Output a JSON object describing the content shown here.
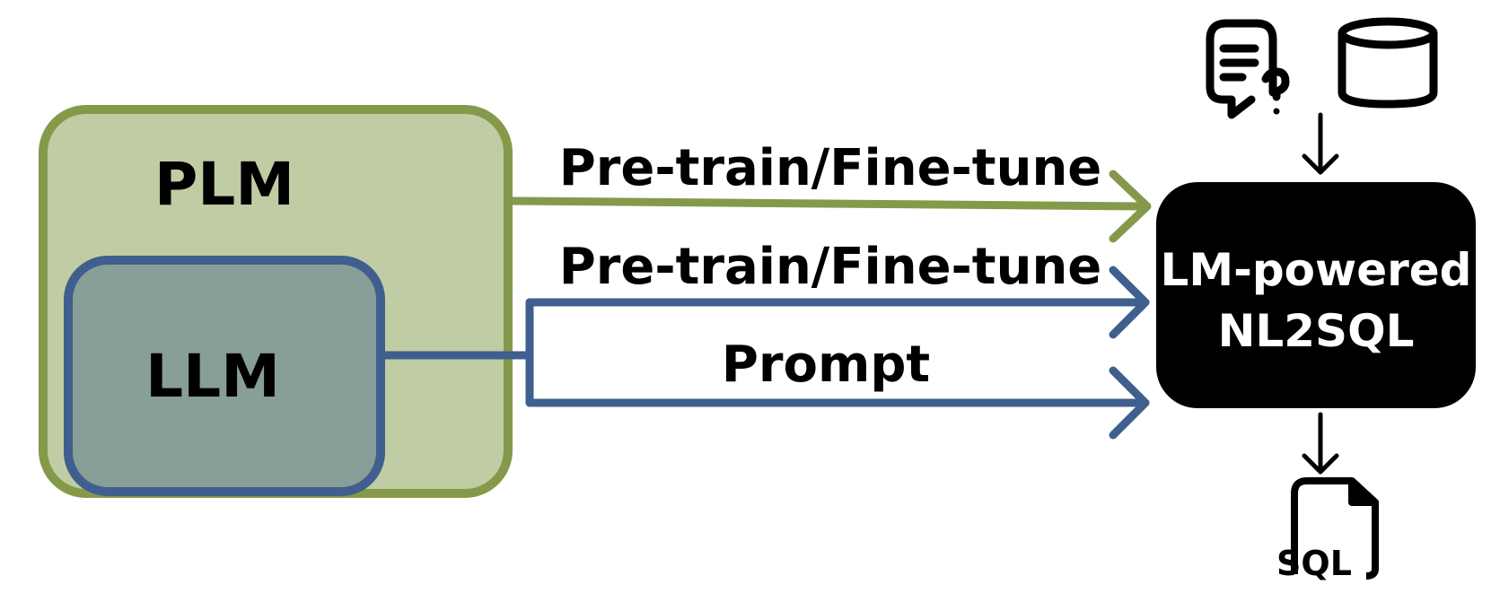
{
  "boxes": {
    "plm": {
      "label": "PLM",
      "fill": "#c0cca4",
      "stroke": "#849a4a"
    },
    "llm": {
      "label": "LLM",
      "fill": "#889e98",
      "stroke": "#3f5f8e"
    },
    "nl2sql": {
      "line1": "LM-powered",
      "line2": "NL2SQL",
      "fill": "#000000",
      "text_color": "#ffffff"
    }
  },
  "arrows": {
    "plm_pretrain": {
      "label": "Pre-train/Fine-tune",
      "color": "#849a4a"
    },
    "llm_pretrain": {
      "label": "Pre-train/Fine-tune",
      "color": "#3f5f8e"
    },
    "llm_prompt": {
      "label": "Prompt",
      "color": "#3f5f8e"
    }
  },
  "icons": {
    "question": "chat-question-icon",
    "database": "database-icon",
    "sql_file": "sql-file-icon",
    "sql_label": "SQL"
  }
}
